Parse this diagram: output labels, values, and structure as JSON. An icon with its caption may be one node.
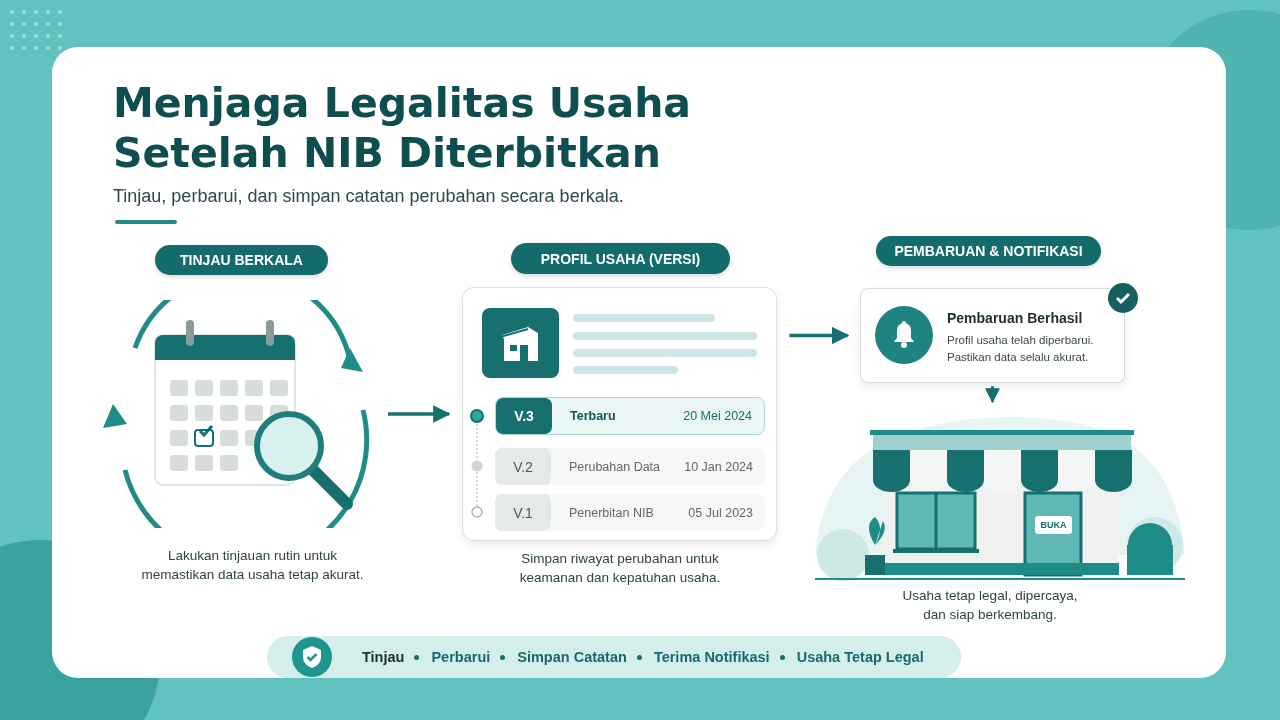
{
  "diagram": {
    "title": "Menjaga Legalitas Usaha Setelah NIB Diterbitkan",
    "nodes": [
      {
        "text": [
          "TINJAU BERKALA"
        ]
      },
      {
        "text": [],
        "shape": "picture",
        "beside": [
          "Lakukan tinjauan rutin untuk memastikan data usaha tetap akurat."
        ]
      },
      {
        "text": [
          "PROFIL USAHA (VERSI)"
        ]
      },
      {
        "text": [],
        "shape": "box",
        "beside": [
          "Simpan riwayat perubahan untuk keamanan dan kepatuhan usaha."
        ]
      },
      {
        "text": [
          "V.3",
          "Terbaru",
          "20 Mei 2024"
        ],
        "in": 3
      },
      {
        "text": [
          "V.2",
          "Perubahan Data",
          "10 Jan 2024"
        ],
        "in": 3
      },
      {
        "text": [
          "V.1",
          "Penerbitan NIB",
          "05 Jul 2023"
        ],
        "in": 3
      },
      {
        "text": [
          "PEMBARUAN & NOTIFIKASI"
        ]
      },
      {
        "text": [
          "Pembaruan Berhasil",
          "Profil usaha telah diperbarui. Pastikan data selalu akurat."
        ]
      },
      {
        "text": [],
        "shape": "picture",
        "beside": [
          "Usaha tetap legal, dipercaya, dan siap berkembang."
        ]
      },
      {
        "text": [
          "Tinjau",
          "Perbarui",
          "Simpan Catatan",
          "Terima Notifikasi",
          "Usaha Tetap Legal"
        ]
      }
    ],
    "edges": [
      {
        "from": 1,
        "to": 3,
        "arrow": "to"
      },
      {
        "from": 3,
        "to": 8,
        "arrow": "to"
      },
      {
        "from": 8,
        "to": 9,
        "arrow": "to",
        "style": "dashed"
      }
    ],
    "labels": [
      "Tinjau, perbarui, dan simpan catatan perubahan secara berkala.",
      "BUKA"
    ]
  }
}
